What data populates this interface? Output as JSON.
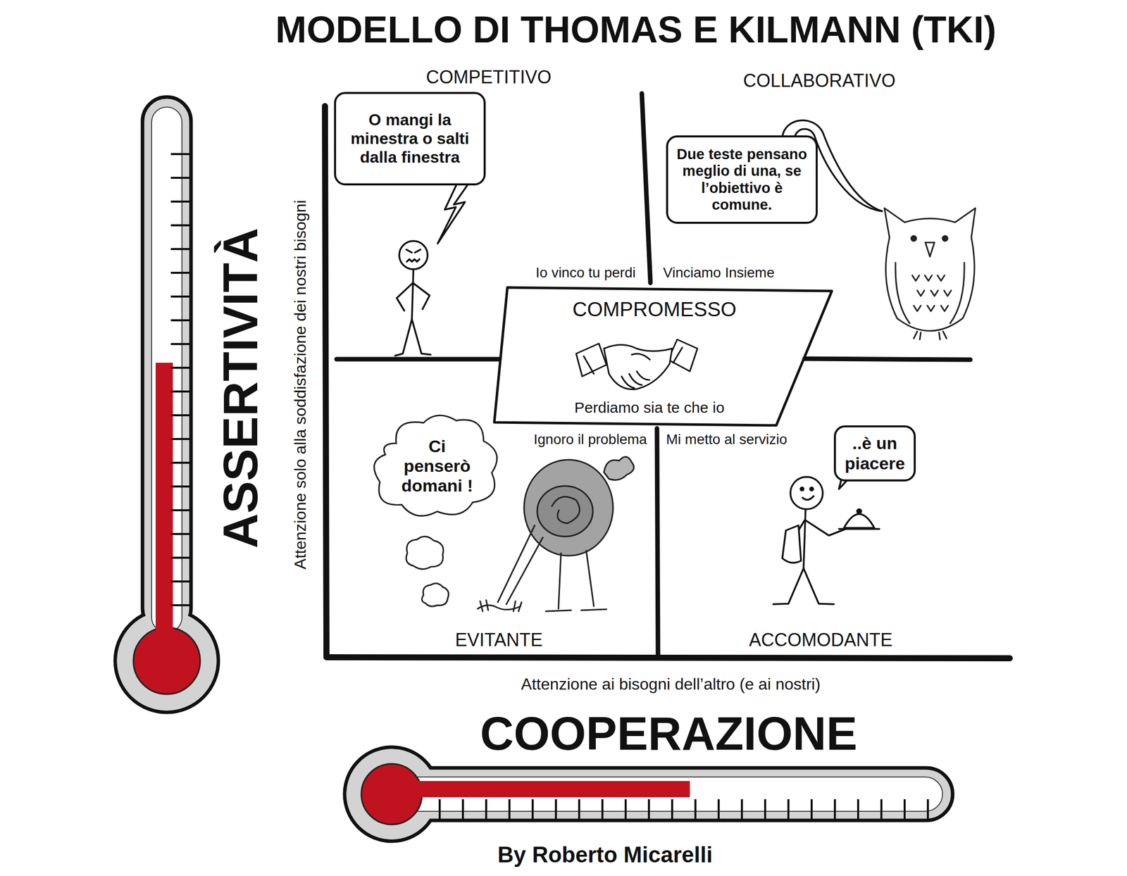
{
  "diagram": {
    "title": "MODELLO DI THOMAS E KILMANN (TKI)",
    "nodes": [
      {
        "text": [
          "O mangi la minestra o salti dalla finestra"
        ]
      },
      {
        "text": [
          "Due teste pensano meglio di una, se l’obiettivo è comune."
        ]
      },
      {
        "text": [
          "COMPROMESSO",
          "Perdiamo sia te che io"
        ]
      },
      {
        "text": [
          "Ci penserò domani !"
        ]
      },
      {
        "text": [
          "..è un piacere"
        ]
      }
    ],
    "labels": [
      "COMPETITIVO",
      "COLLABORATIVO",
      "Io vinco tu perdi",
      "Vinciamo Insieme",
      "Ignoro il problema",
      "Mi metto al servizio",
      "EVITANTE",
      "ACCOMODANTE",
      "ASSERTIVITÀ",
      "Attenzione solo alla soddisfazione dei nostri bisogni",
      "Attenzione ai bisogni dell’altro (e ai nostri)",
      "COOPERAZIONE",
      "By Roberto Micarelli"
    ]
  }
}
